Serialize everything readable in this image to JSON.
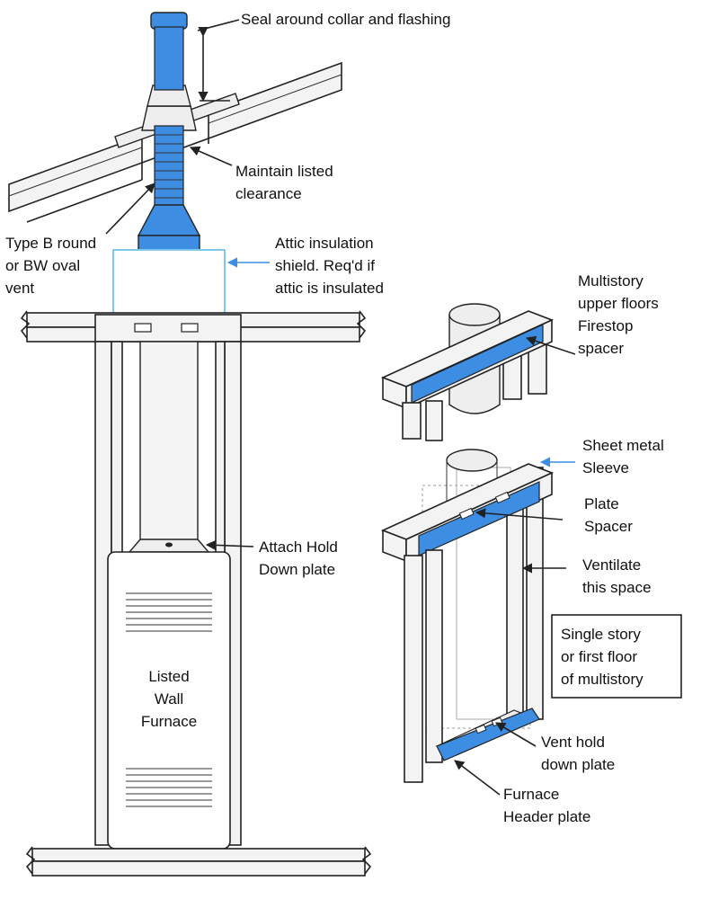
{
  "labels": {
    "seal": "Seal around collar and flashing",
    "clearance_1": "Maintain listed",
    "clearance_2": "clearance",
    "vent_type_1": "Type B round",
    "vent_type_2": "or BW oval",
    "vent_type_3": "vent",
    "attic_1": "Attic insulation",
    "attic_2": "shield. Req'd if",
    "attic_3": "attic is insulated",
    "multistory_1": "Multistory",
    "multistory_2": "upper floors",
    "multistory_3": "Firestop",
    "multistory_4": "spacer",
    "sleeve_1": "Sheet metal",
    "sleeve_2": "Sleeve",
    "plate_spacer_1": "Plate",
    "plate_spacer_2": "Spacer",
    "hold_down_1": "Attach Hold",
    "hold_down_2": "Down plate",
    "ventilate_1": "Ventilate",
    "ventilate_2": "this space",
    "single_story_1": "Single story",
    "single_story_2": "or first floor",
    "single_story_3": "of multistory",
    "furnace_1": "Listed",
    "furnace_2": "Wall",
    "furnace_3": "Furnace",
    "vent_hold_1": "Vent hold",
    "vent_hold_2": "down plate",
    "header_1": "Furnace",
    "header_2": "Header plate"
  },
  "colors": {
    "highlight": "#3d8ee3",
    "line": "#222222",
    "shield": "#7ec8ec"
  }
}
